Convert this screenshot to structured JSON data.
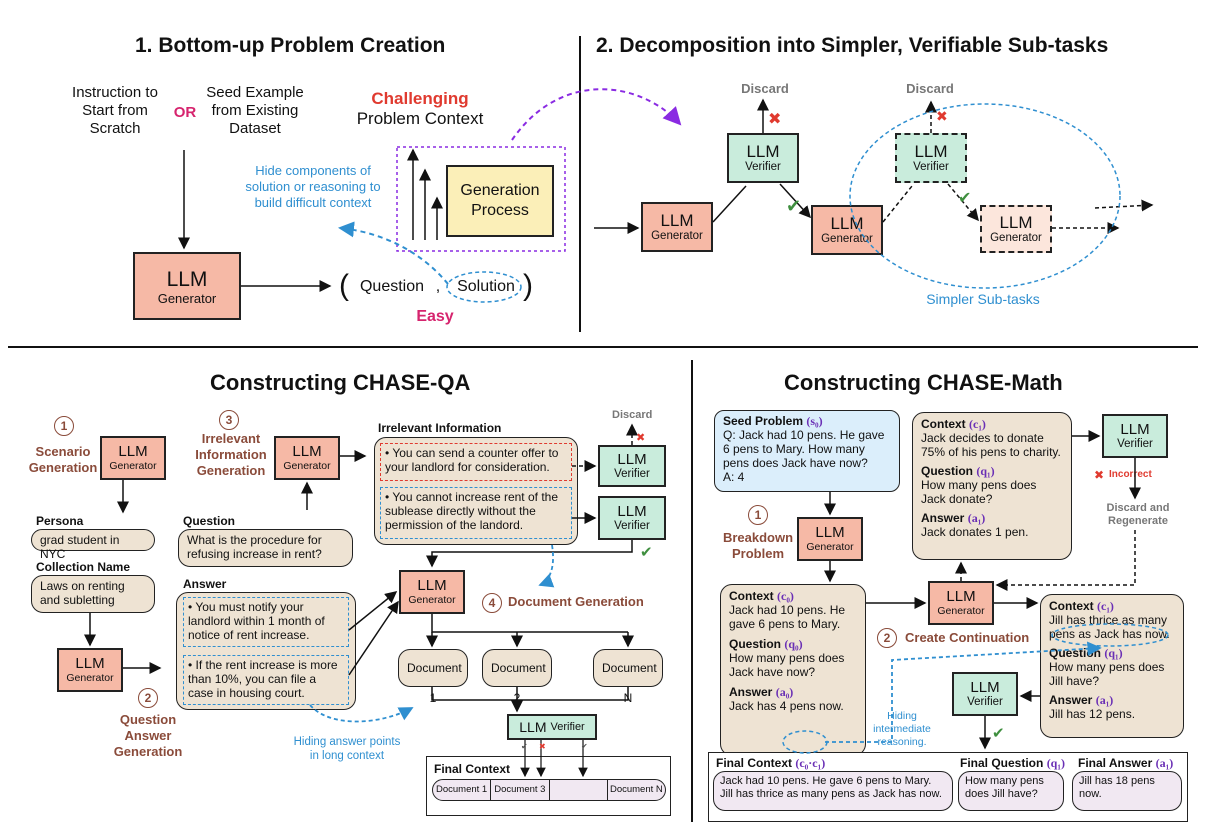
{
  "panel1": {
    "title": "1. Bottom-up Problem Creation",
    "instruction": "Instruction to Start from Scratch",
    "or": "OR",
    "seed": "Seed Example from Existing Dataset",
    "challenging": "Challenging",
    "problem_context": "Problem Context",
    "hide_note": "Hide components of solution or reasoning to build difficult context",
    "generation_process": "Generation Process",
    "llm": "LLM",
    "generator": "Generator",
    "open_paren": "(",
    "question": "Question",
    "comma": ",",
    "solution": "Solution",
    "close_paren": ")",
    "easy": "Easy"
  },
  "panel2": {
    "title": "2. Decomposition into Simpler, Verifiable Sub-tasks",
    "discard": "Discard",
    "llm": "LLM",
    "generator": "Generator",
    "verifier": "Verifier",
    "simpler": "Simpler Sub-tasks"
  },
  "qa": {
    "title": "Constructing CHASE-QA",
    "step1_num": "1",
    "step1": "Scenario Generation",
    "step2_num": "2",
    "step2": "Question Answer Generation",
    "step3_num": "3",
    "step3": "Irrelevant Information Generation",
    "step4_num": "4",
    "step4": "Document Generation",
    "llm": "LLM",
    "generator": "Generator",
    "verifier": "Verifier",
    "persona_label": "Persona",
    "persona": "grad student in NYC",
    "collection_label": "Collection Name",
    "collection": "Laws on renting and subletting",
    "question_label": "Question",
    "question": "What is the procedure for refusing increase in rent?",
    "answer_label": "Answer",
    "answer1": "You must notify your landlord within 1 month of notice of rent increase.",
    "answer2": "If the rent increase is more than 10%, you can file a case in housing court.",
    "irrelevant_label": "Irrelevant Information",
    "irr1": "You can send a counter offer to your landlord for consideration.",
    "irr2": "You cannot increase rent of the sublease directly without the permission of the landord.",
    "discard": "Discard",
    "doc1": "Document 1",
    "doc2": "Document 2",
    "docn": "Document N",
    "hiding": "Hiding answer points in long context",
    "final_context_label": "Final Context",
    "fc1": "Document 1",
    "fc2": "Document 3",
    "fc3": "",
    "fc4": "Document N"
  },
  "math": {
    "title": "Constructing CHASE-Math",
    "seed_label": "Seed Problem",
    "seed_sym": "(s₀)",
    "seed_text": "Q: Jack had 10 pens. He gave 6 pens to Mary. How many pens does Jack have now?",
    "seed_answer": "A: 4",
    "step1_num": "1",
    "step1": "Breakdown Problem",
    "step2_num": "2",
    "step2": "Create Continuation",
    "llm": "LLM",
    "generator": "Generator",
    "verifier": "Verifier",
    "incorrect": "Incorrect",
    "discard_regen": "Discard and Regenerate",
    "context_label": "Context",
    "c0_sym": "(c₀)",
    "c0": "Jack had 10 pens. He gave 6 pens to Mary.",
    "question_label": "Question",
    "q0_sym": "(q₀)",
    "q0": "How many pens does Jack have now?",
    "answer_label": "Answer",
    "a0_sym": "(a₀)",
    "a0": "Jack has 4 pens now.",
    "c1_sym": "(c₁)",
    "c1_top": "Jack decides to donate 75% of his pens to charity.",
    "q1_sym": "(q₁)",
    "q1_top": "How many pens does Jack donate?",
    "a1_sym": "(a₁)",
    "a1_top": "Jack donates 1 pen.",
    "c1": "Jill has thrice as many pens as Jack has now.",
    "q1": "How many pens does Jill have?",
    "a1": "Jill has 12 pens.",
    "hiding": "Hiding intermediate reasoning.",
    "final_context_label": "Final Context",
    "final_context_sym": "(c₀·c₁)",
    "final_context": "Jack had 10 pens. He gave 6 pens to Mary. Jill has thrice as many pens as Jack has now.",
    "final_question_label": "Final Question",
    "final_question_sym": "(q₁)",
    "final_question": "How many pens does Jill have?",
    "final_answer_label": "Final Answer",
    "final_answer_sym": "(a₁)",
    "final_answer": "Jill has 18 pens now."
  },
  "colors": {
    "generator": "#f6b9a6",
    "verifier": "#c9ecdc",
    "process": "#fbefb8",
    "card": "#eee3d3",
    "seed": "#dbeefb",
    "accent_red": "#e03a2f",
    "accent_pink": "#d6246e",
    "accent_blue": "#2f8fd0",
    "accent_purple": "#8a2be2",
    "step_brown": "#8a4b3a",
    "check_green": "#3f8f3f"
  }
}
